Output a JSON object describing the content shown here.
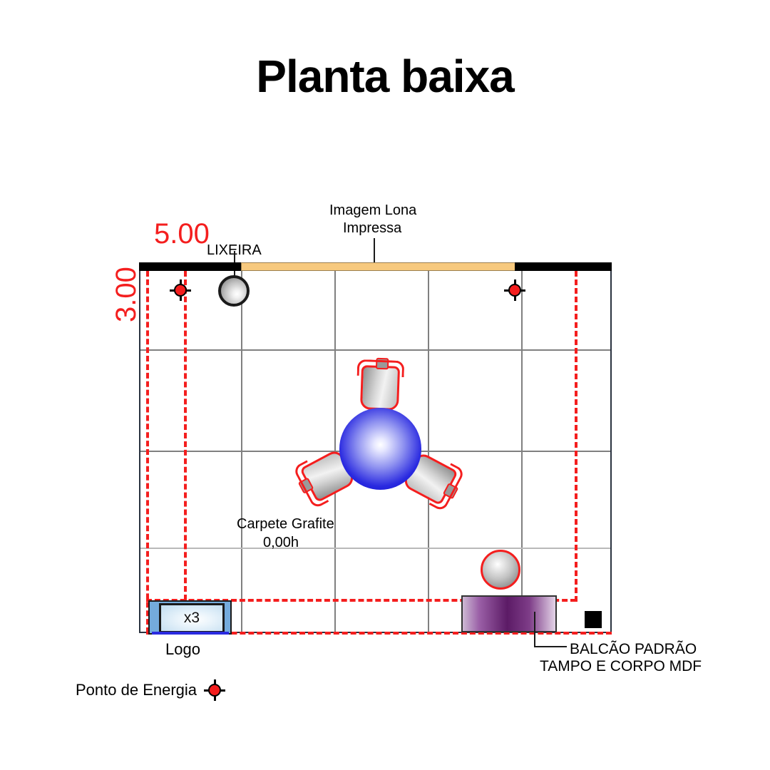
{
  "page": {
    "title": "Planta baixa",
    "background": "#ffffff"
  },
  "dimensions": {
    "width_label": "5.00",
    "height_label": "3.00",
    "color": "#f41e1e"
  },
  "labels": {
    "banner": "Imagem Lona\nImpressa",
    "banner_line1": "Imagem Lona",
    "banner_line2": "Impressa",
    "bin": "LIXEIRA",
    "carpet_line1": "Carpete Grafite",
    "carpet_line2": "0,00h",
    "logo": "Logo",
    "logo_count": "x3",
    "counter_line1": "BALCÃO PADRÃO",
    "counter_line2": "TAMPO E CORPO MDF"
  },
  "legend": {
    "energy_label": "Ponto de Energia",
    "energy_icon": "energy-point-icon"
  },
  "colors": {
    "red": "#f41e1e",
    "wall": "#000000",
    "lona": "#f7c97e",
    "table": "#1414d2",
    "counter": "#5c1b66",
    "logo_frame": "#74abdc",
    "grid": "#808080"
  },
  "plan": {
    "carpet": "Carpete Grafite 0,00h",
    "grid_columns": 5,
    "grid_rows": 4,
    "furniture": [
      {
        "name": "round-table",
        "type": "sphere"
      },
      {
        "name": "chair",
        "type": "chair",
        "count": 3
      },
      {
        "name": "trash-bin",
        "type": "bin"
      },
      {
        "name": "counter",
        "type": "counter"
      },
      {
        "name": "stool",
        "type": "stool"
      },
      {
        "name": "logo-panel",
        "type": "panel"
      }
    ],
    "energy_points": 2
  }
}
